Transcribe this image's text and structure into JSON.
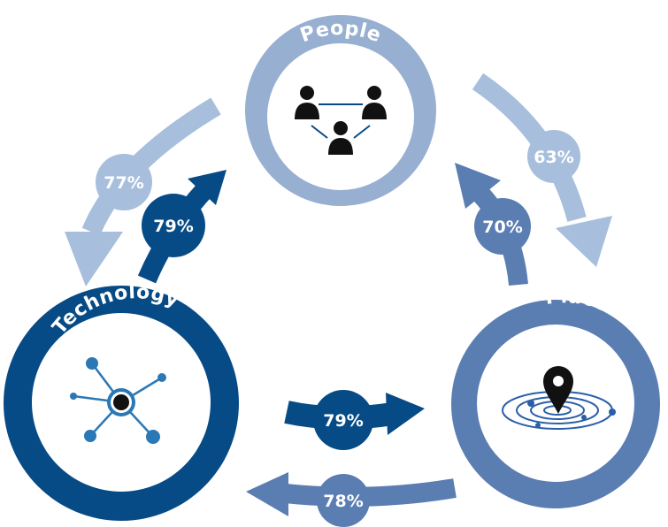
{
  "nodes": {
    "people": {
      "title": "People",
      "color": "#97afd1",
      "icon": "people-network-icon"
    },
    "technology": {
      "title": "Technology",
      "color": "#074b86",
      "icon": "hub-network-icon"
    },
    "place": {
      "title": "Place",
      "color": "#5a7db2",
      "icon": "location-orbit-icon"
    }
  },
  "flows": {
    "people_to_technology": {
      "value": "77%",
      "color": "#a7bedc"
    },
    "technology_to_people": {
      "value": "79%",
      "color": "#074b86"
    },
    "people_to_place": {
      "value": "63%",
      "color": "#a7bedc"
    },
    "place_to_people": {
      "value": "70%",
      "color": "#5a7db2"
    },
    "technology_to_place": {
      "value": "79%",
      "color": "#074b86"
    },
    "place_to_technology": {
      "value": "78%",
      "color": "#5a7db2"
    }
  }
}
